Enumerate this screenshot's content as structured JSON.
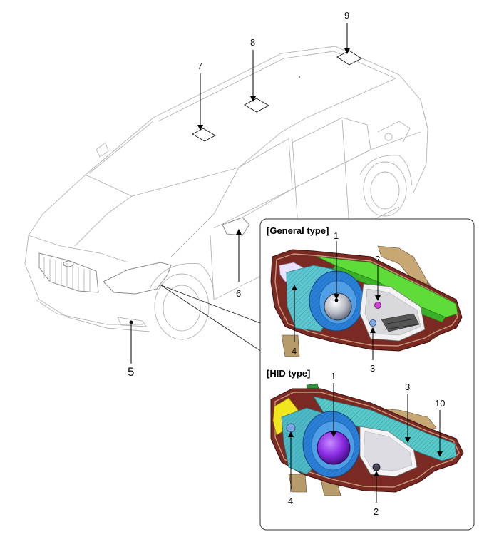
{
  "callouts": {
    "c1": "1",
    "c2": "2",
    "c3": "3",
    "c4": "4",
    "c5": "5",
    "c6": "6",
    "c7": "7",
    "c8": "8",
    "c9": "9",
    "c10": "10"
  },
  "inset": {
    "general_title": "[General type]",
    "hid_title": "[HID type]"
  },
  "colors": {
    "housing": "#7a2a22",
    "reflector": "#2a7fd6",
    "lens_teal": "#58c8c8",
    "green_strip": "#5edc3a",
    "yellow_corner": "#f2e61e",
    "purple_bulb": "#8a2be2"
  }
}
